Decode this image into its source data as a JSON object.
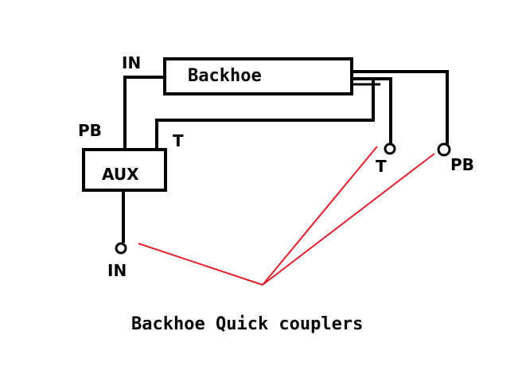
{
  "diagram": {
    "title": "Backhoe Quick couplers",
    "blocks": {
      "backhoe": "Backhoe",
      "aux": "AUX"
    },
    "labels": {
      "in_top": "IN",
      "pb_left": "PB",
      "t_mid": "T",
      "t_right": "T",
      "pb_right": "PB",
      "in_bottom": "IN"
    },
    "colors": {
      "line": "#000000",
      "pointer": "#e0202a",
      "background": "#ffffff"
    }
  }
}
